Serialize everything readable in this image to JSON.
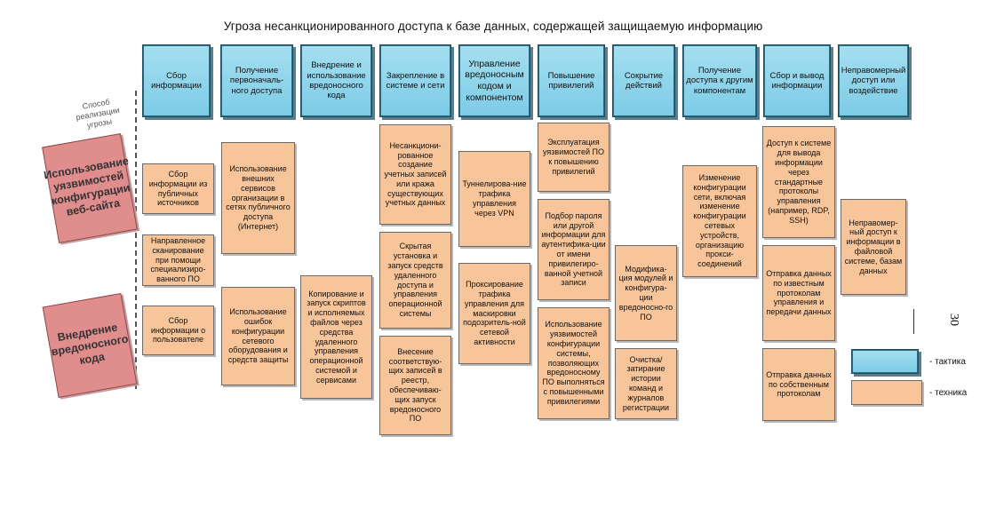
{
  "title": "Угроза несанкционированного доступа к базе данных, содержащей защищаемую информацию",
  "axis_label": "Способ реализации угрозы",
  "methods": [
    "Использование уязвимостей конфигурации веб-сайта",
    "Внедрение вредоносного кода"
  ],
  "tactics": [
    "Сбор информации",
    "Получение первоначаль-ного доступа",
    "Внедрение и использование вредоносного кода",
    "Закрепление в системе и сети",
    "Управление вредоносным кодом и компонентом",
    "Повышение привилегий",
    "Сокрытие действий",
    "Получение доступа к другим компонентам",
    "Сбор и вывод информации",
    "Неправомерный доступ или воздействие"
  ],
  "techniques": {
    "col1": [
      "Сбор информации из публичных источников",
      "Направленное сканирование при помощи специализиро-ванного ПО",
      "Сбор информации о пользователе"
    ],
    "col2": [
      "Использование внешних сервисов организации в сетях публичного доступа (Интернет)",
      "Использование ошибок конфигурации сетевого оборудования и средств защиты"
    ],
    "col3": [
      "Копирование и запуск скриптов и исполняемых файлов через средства удаленного управления операционной системой и сервисами"
    ],
    "col4": [
      "Несанкциони-рованное создание учетных записей или кража существующих учетных данных",
      "Скрытая установка и запуск средств удаленного доступа и управления операционной системы",
      "Внесение соответствую-щих записей в реестр, обеспечиваю-щих запуск вредоносного ПО"
    ],
    "col5": [
      "Туннелирова-ние трафика управления через VPN",
      "Проксирование трафика управления для маскировки подозритель-ной сетевой активности"
    ],
    "col6": [
      "Эксплуатация уязвимостей ПО к повышению привилегий",
      "Подбор пароля или другой информации для аутентифика-ции от имени привилегиро-ванной учетной записи",
      "Использование уязвимостей конфигурации системы, позволяющих вредоносному ПО выполняться с повышенными привилегиями"
    ],
    "col7": [
      "Модифика-ция модулей и конфигура-ции вредоносно-го ПО",
      "Очистка/ затирание истории команд и журналов регистрации"
    ],
    "col8": [
      "Изменение конфигурации сети, включая изменение конфигурации сетевых устройств, организацию прокси-соединений"
    ],
    "col9": [
      "Доступ к системе для вывода информации через стандартные протоколы управления (например, RDP, SSH)",
      "Отправка данных по известным протоколам управления и передачи данных",
      "Отправка данных по собственным протоколам"
    ],
    "col10": [
      "Неправомер-ный доступ к информации в файловой системе, базам данных"
    ]
  },
  "legend": {
    "tactic_label": "- тактика",
    "technique_label": "- техника"
  },
  "page_number": "30",
  "colors": {
    "tactic": "#7ccbe6",
    "technique": "#f8c499",
    "method": "#e08d8e"
  }
}
